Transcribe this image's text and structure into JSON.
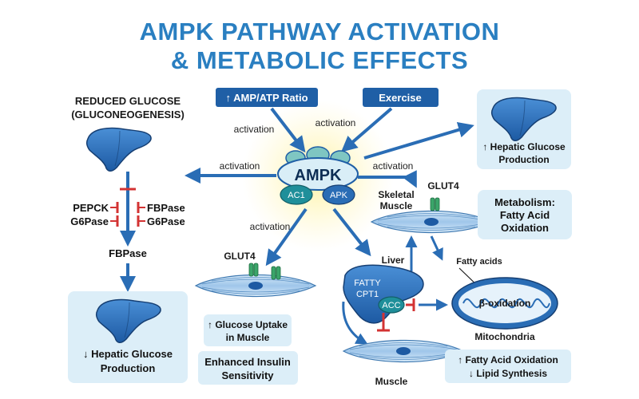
{
  "title": {
    "line1": "AMPK PATHWAY ACTIVATION",
    "line2": "& METABOLIC EFFECTS"
  },
  "colors": {
    "title": "#2a7fc1",
    "arrow": "#2a6db5",
    "inhibit": "#d33333",
    "panel": "#dceef8",
    "badge": "#1f5fa6",
    "liver": "#2f6fb8",
    "glow": "#fff2a6"
  },
  "inputs": {
    "amp_atp": "↑ AMP/ATP Ratio",
    "exercise": "Exercise"
  },
  "ampk": {
    "label": "AMPK",
    "sub1": "AC1",
    "sub2": "APK"
  },
  "activation_label": "activation",
  "left": {
    "heading1": "REDUCED GLUCOSE",
    "heading2": "(GLUCONEOGENESIS)",
    "pepck": "PEPCK",
    "fbpase_right": "FBPase",
    "g6pase_left": "G6Pase",
    "g6pase_right": "G6Pase",
    "fbpase_bottom": "FBPase",
    "result1": "↓ Hepatic Glucose",
    "result2": "Production"
  },
  "top_right": {
    "line1": "↑ Hepatic Glucose",
    "line2": "Production"
  },
  "muscle_right": {
    "glut4": "GLUT4",
    "label1": "Skeletal",
    "label2": "Muscle",
    "metab1": "Metabolism:",
    "metab2": "Fatty Acid",
    "metab3": "Oxidation"
  },
  "muscle_center": {
    "glut4": "GLUT4",
    "uptake1": "↑ Glucose Uptake",
    "uptake2": "in Muscle",
    "insulin1": "Enhanced Insulin",
    "insulin2": "Sensitivity"
  },
  "liver_bottom": {
    "label": "Liver",
    "fatty": "FATTY",
    "cpt1": "CPT1",
    "acc": "ACC",
    "muscle": "Muscle"
  },
  "mito": {
    "fatty_acids": "Fatty acids",
    "beta": "β-oxidation",
    "label": "Mitochondria",
    "result1": "↑ Fatty Acid Oxidation",
    "result2": "↓ Lipid Synthesis"
  },
  "icons": [
    "liver-icon",
    "muscle-fiber-icon",
    "glut4-transporter-icon",
    "mitochondria-icon"
  ]
}
